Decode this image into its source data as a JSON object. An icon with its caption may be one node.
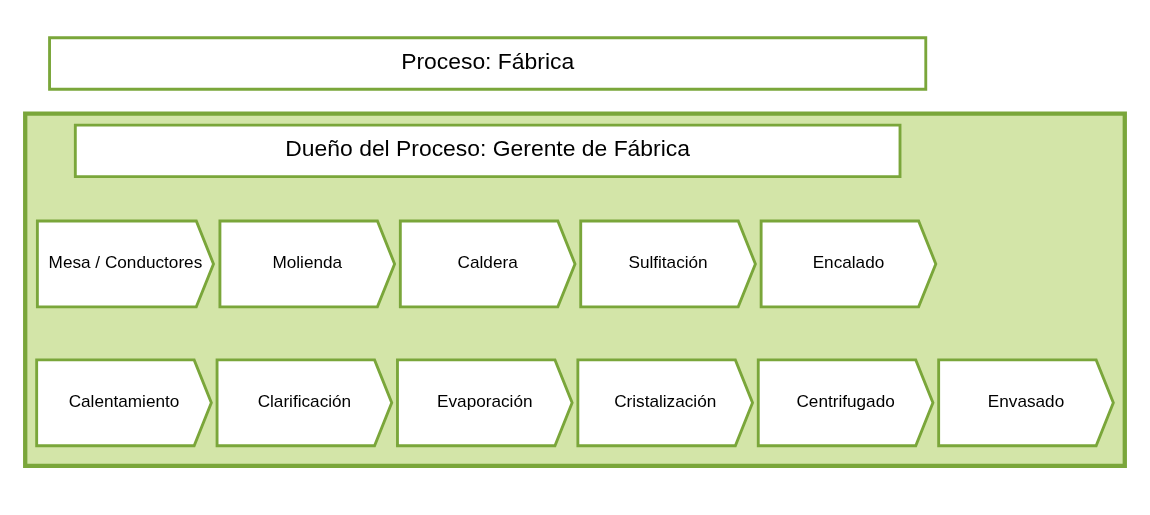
{
  "diagram": {
    "nodes": [
      {
        "text": [
          "Proceso: Fábrica"
        ]
      },
      {
        "text": [],
        "shape": "box"
      },
      {
        "text": [
          "Dueño del Proceso: Gerente de Fábrica"
        ],
        "in": 1
      },
      {
        "text": [
          "Mesa / Conductores"
        ],
        "in": 1
      },
      {
        "text": [
          "Molienda"
        ],
        "in": 1
      },
      {
        "text": [
          "Caldera"
        ],
        "in": 1
      },
      {
        "text": [
          "Sulfitación"
        ],
        "in": 1
      },
      {
        "text": [
          "Encalado"
        ],
        "in": 1
      },
      {
        "text": [
          "Calentamiento"
        ],
        "in": 1
      },
      {
        "text": [
          "Clarificación"
        ],
        "in": 1
      },
      {
        "text": [
          "Evaporación"
        ],
        "in": 1
      },
      {
        "text": [
          "Cristalización"
        ],
        "in": 1
      },
      {
        "text": [
          "Centrifugado"
        ],
        "in": 1
      },
      {
        "text": [
          "Envasado"
        ],
        "in": 1
      }
    ]
  }
}
